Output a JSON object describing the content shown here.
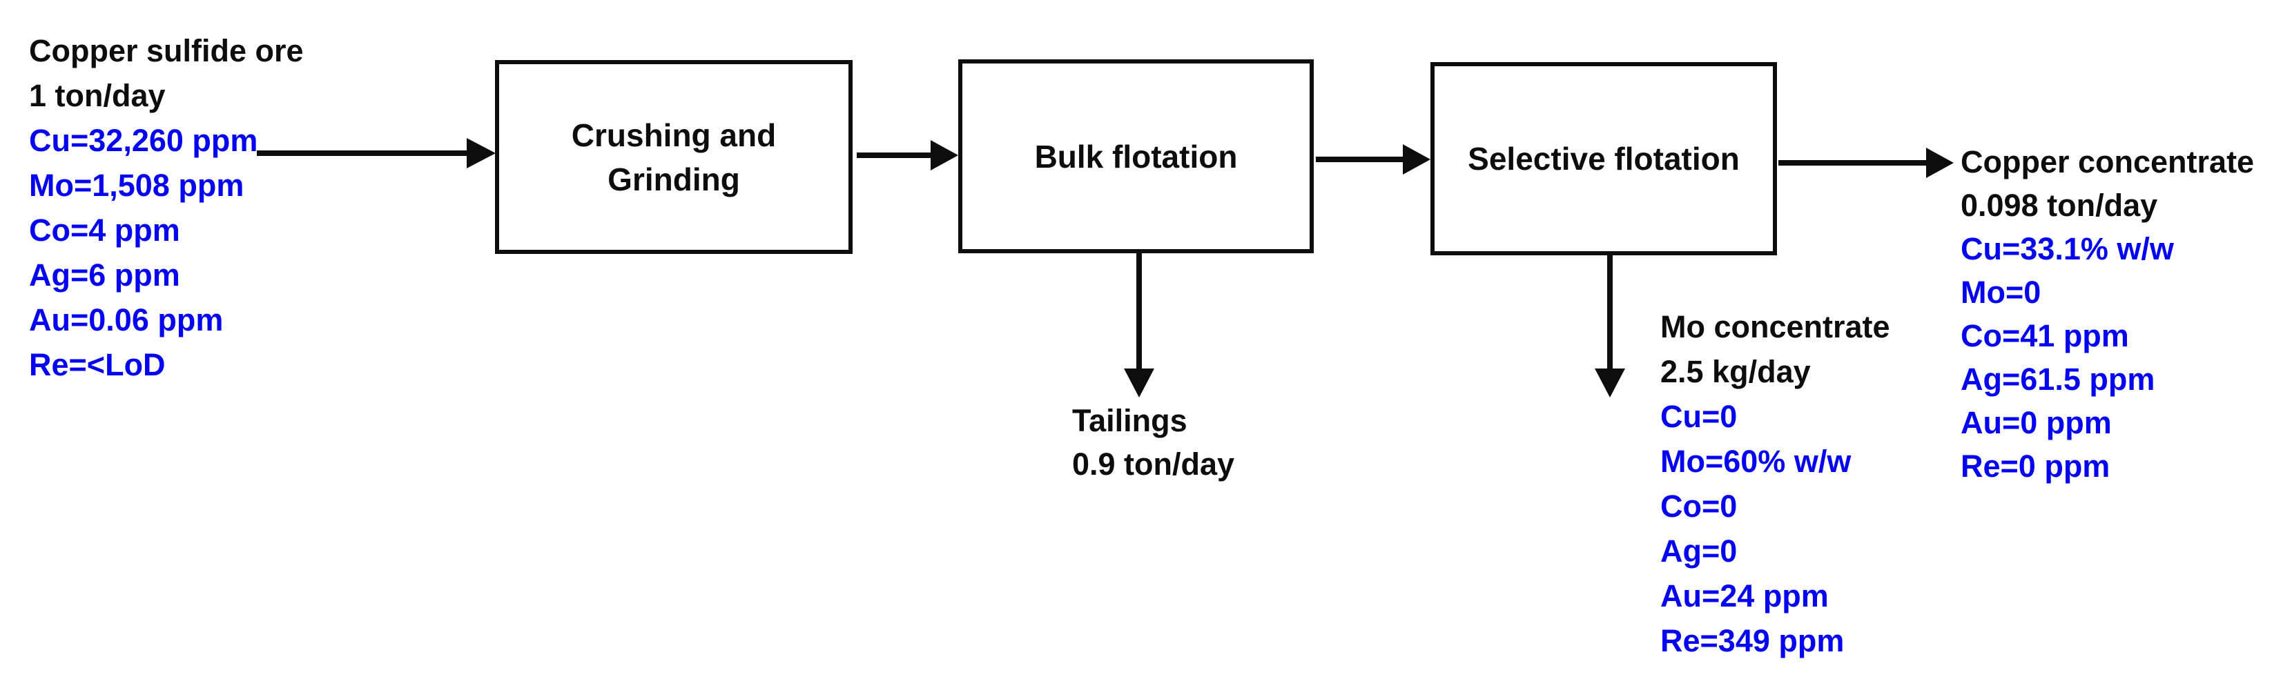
{
  "colors": {
    "ink_black": "#0d0d0d",
    "assay_blue": "#0404f0",
    "background": "#ffffff"
  },
  "process_boxes": {
    "crushing_grinding": {
      "label_line1": "Crushing and",
      "label_line2": "Grinding"
    },
    "bulk_flotation": {
      "label": "Bulk flotation"
    },
    "selective_flotation": {
      "label": "Selective flotation"
    }
  },
  "streams": {
    "feed": {
      "name": "Copper sulfide ore",
      "rate": "1 ton/day",
      "assays": {
        "cu": "Cu=32,260 ppm",
        "mo": "Mo=1,508 ppm",
        "co": "Co=4 ppm",
        "ag": "Ag=6 ppm",
        "au": "Au=0.06 ppm",
        "re": "Re=<LoD"
      }
    },
    "tailings": {
      "name": "Tailings",
      "rate": "0.9 ton/day"
    },
    "mo_concentrate": {
      "name": "Mo concentrate",
      "rate": "2.5 kg/day",
      "assays": {
        "cu": "Cu=0",
        "mo": "Mo=60% w/w",
        "co": "Co=0",
        "ag": "Ag=0",
        "au": "Au=24 ppm",
        "re": "Re=349 ppm"
      }
    },
    "copper_concentrate": {
      "name": "Copper concentrate",
      "rate": "0.098 ton/day",
      "assays": {
        "cu": "Cu=33.1% w/w",
        "mo": "Mo=0",
        "co": "Co=41 ppm",
        "ag": "Ag=61.5 ppm",
        "au": "Au=0 ppm",
        "re": "Re=0 ppm"
      }
    }
  }
}
